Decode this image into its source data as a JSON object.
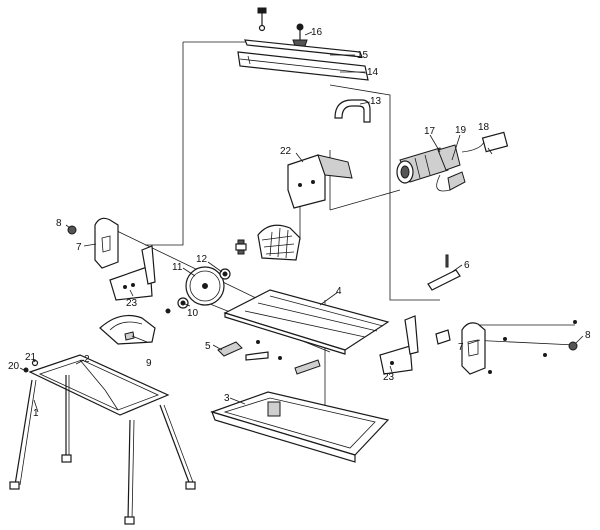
{
  "diagram": {
    "callouts": {
      "p1": "1",
      "p2": "2",
      "p3": "3",
      "p4": "4",
      "p5": "5",
      "p6": "6",
      "p7a": "7",
      "p7b": "7",
      "p8a": "8",
      "p8b": "8",
      "p9": "9",
      "p10": "10",
      "p11": "11",
      "p12": "12",
      "p13": "13",
      "p14": "14",
      "p15": "15",
      "p16": "16",
      "p17": "17",
      "p18": "18",
      "p19": "19",
      "p20": "20",
      "p21": "21",
      "p22": "22",
      "p23a": "23",
      "p23b": "23"
    }
  }
}
